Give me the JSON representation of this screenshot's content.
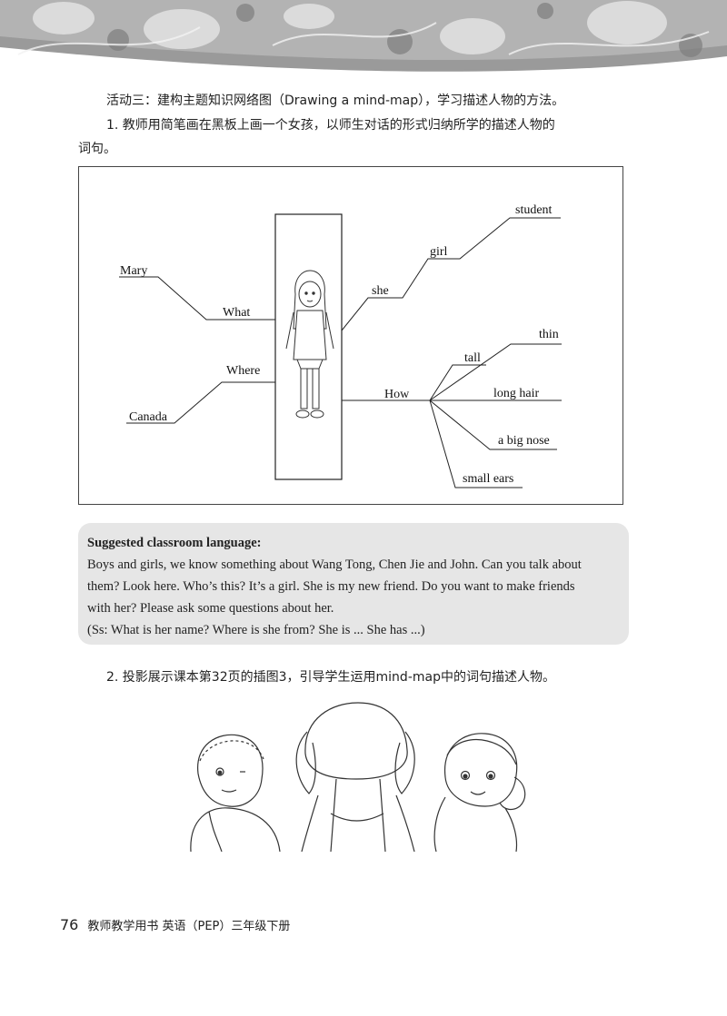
{
  "activity": {
    "heading": "活动三：建构主题知识网络图（Drawing a mind-map），学习描述人物的方法。",
    "step1_line1": "1. 教师用简笔画在黑板上画一个女孩，以师生对话的形式归纳所学的描述人物的",
    "step1_line2": "词句。",
    "step2": "2. 投影展示课本第32页的插图3，引导学生运用mind-map中的词句描述人物。"
  },
  "mindmap": {
    "labels": {
      "mary": "Mary",
      "what": "What",
      "where": "Where",
      "canada": "Canada",
      "she": "she",
      "girl": "girl",
      "student": "student",
      "how": "How",
      "tall": "tall",
      "thin": "thin",
      "long_hair": "long hair",
      "big_nose": "a big nose",
      "small_ears": "small ears"
    }
  },
  "language_box": {
    "title": "Suggested classroom language:",
    "lines": [
      "Boys and girls, we know something about Wang Tong, Chen Jie and John. Can you talk about",
      "them? Look here. Who’s this? It’s a girl. She is my new friend. Do you want to make friends",
      "with her? Please ask some questions about her.",
      "(Ss: What is her name? Where is she from? She is ... She has ...)"
    ]
  },
  "footer": {
    "page_number": "76",
    "book_title": "教师教学用书 英语（PEP）三年级下册"
  }
}
